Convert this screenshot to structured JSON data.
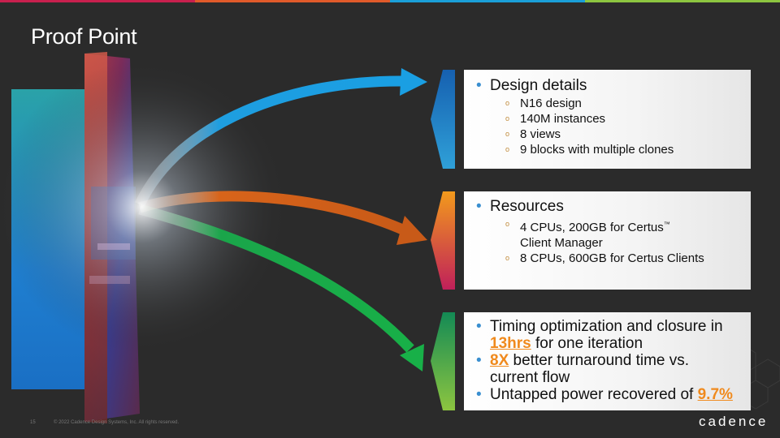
{
  "slide": {
    "title": "Proof Point",
    "page_number": "15",
    "copyright": "© 2022 Cadence Design Systems, Inc. All rights reserved.",
    "logo_text": "cadence"
  },
  "cards": [
    {
      "heading": "Design details",
      "items": [
        "N16 design",
        "140M instances",
        "8 views",
        "9 blocks with multiple clones"
      ]
    },
    {
      "heading": "Resources",
      "items": [
        {
          "text_line1": "4 CPUs, 200GB for Certus",
          "tm": "™",
          "text_line2": "Client Manager"
        },
        {
          "text": "8 CPUs, 600GB for Certus Clients"
        }
      ]
    },
    {
      "bullets": [
        {
          "pre": "Timing optimization and closure in ",
          "hl": "13hrs",
          "post": " for one iteration"
        },
        {
          "pre": "",
          "hl": "8X",
          "post": " better turnaround time vs. current flow"
        },
        {
          "pre": "Untapped power recovered of ",
          "hl": "9.7%",
          "post": ""
        }
      ]
    }
  ],
  "colors": {
    "background": "#2b2b2b",
    "arrow_blue": "#1e9ee0",
    "arrow_orange": "#d8641a",
    "arrow_green": "#1aa54a",
    "highlight": "#f08a1d",
    "topbar": [
      "#d0204a",
      "#e96b1f",
      "#18a0d8",
      "#8bc53f"
    ]
  }
}
